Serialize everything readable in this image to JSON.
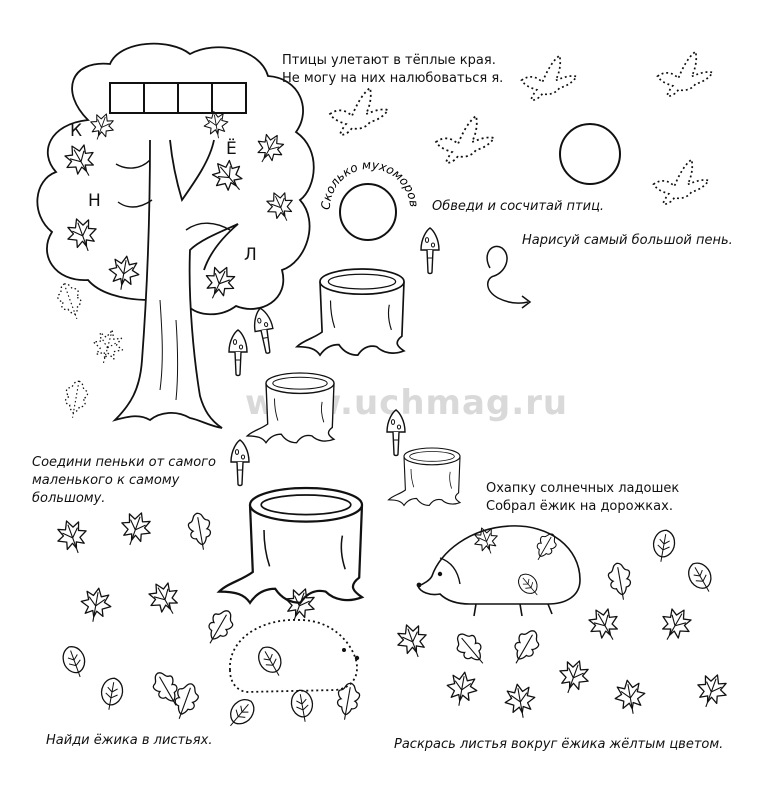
{
  "poem_birds": [
    "Птицы улетают в тёплые края.",
    "Не могу на них налюбоваться я."
  ],
  "task_trace_birds": "Обведи и сосчитай птиц.",
  "task_mushrooms": "Сколько мухоморов?",
  "task_draw_stump": "Нарисуй самый большой пень.",
  "task_connect_stumps": [
    "Соедини пеньки от самого",
    "маленького к самому",
    "большому."
  ],
  "poem_hedgehog": [
    "Охапку солнечных ладошек",
    "Собрал ёжик на дорожках."
  ],
  "task_find_hedgehog": "Найди ёжика в листьях.",
  "task_color_leaves": "Раскрась листья вокруг ёжика жёлтым цветом.",
  "tree_letters": [
    "К",
    "Н",
    "Ё",
    "Л"
  ],
  "watermark": "www.uchmag.ru",
  "colors": {
    "ink": "#111111",
    "watermark": "#d9d9d9"
  }
}
